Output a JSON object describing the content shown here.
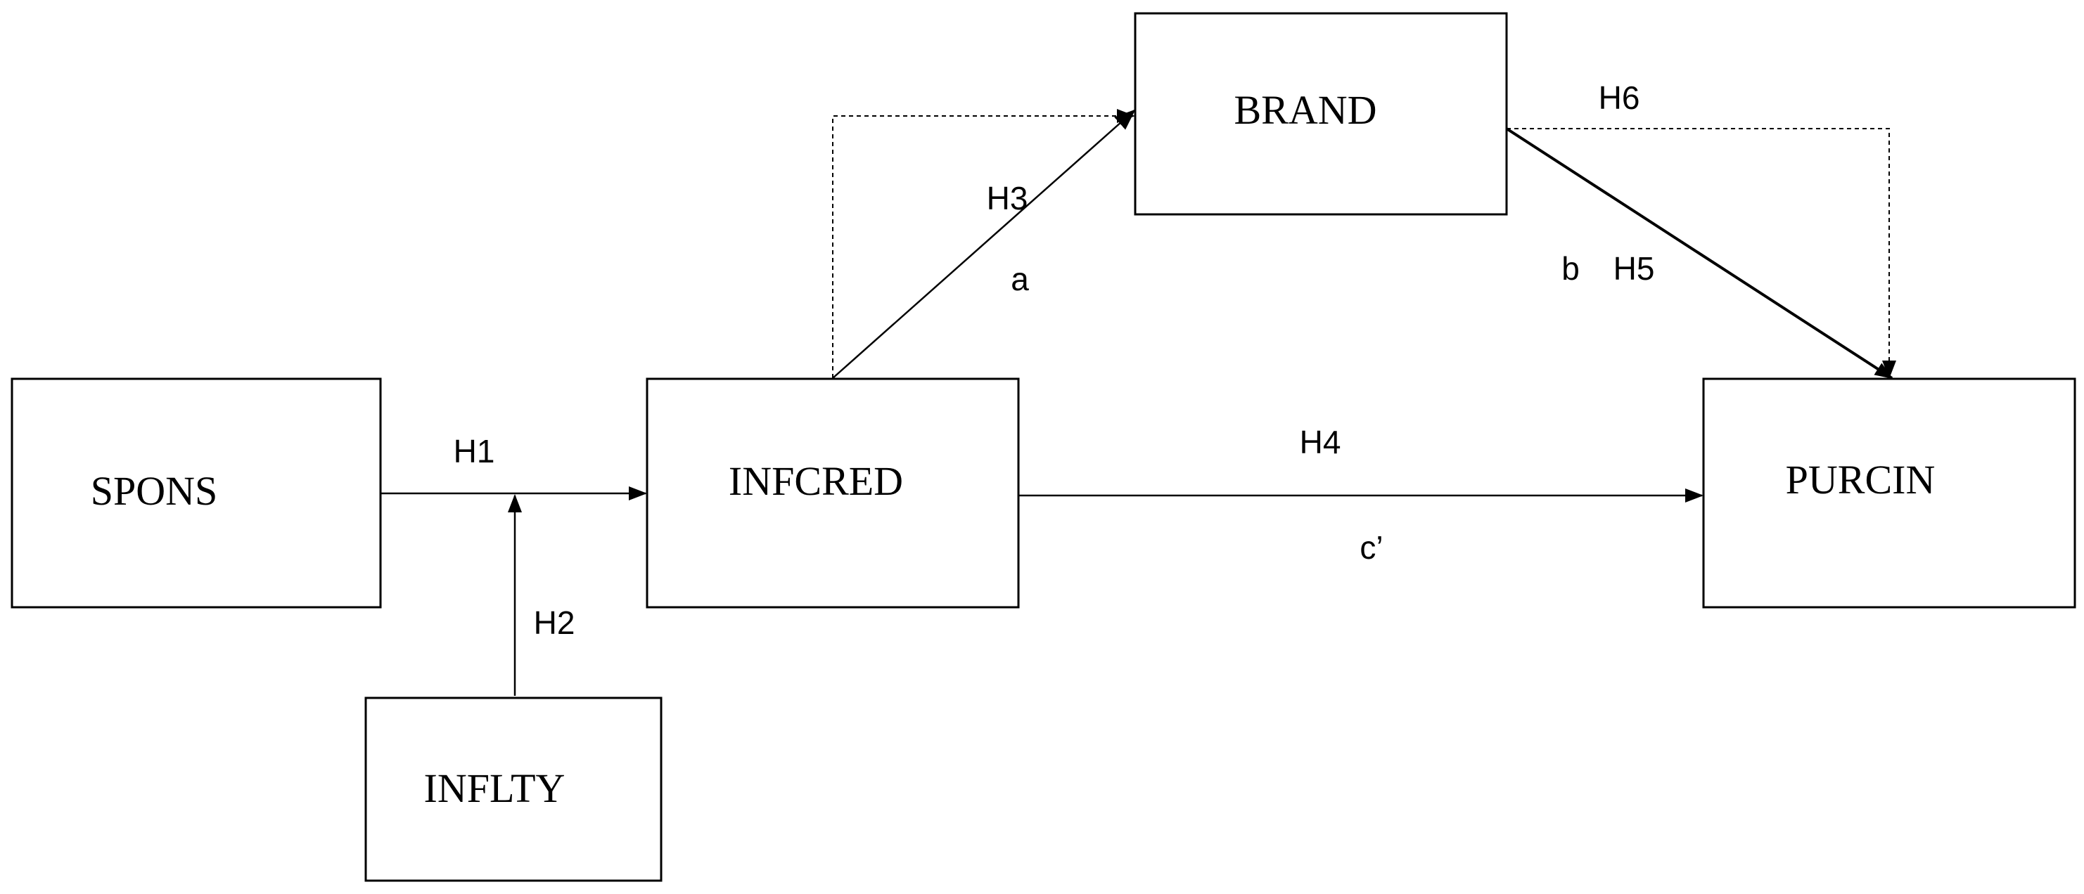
{
  "nodes": {
    "spons": "SPONS",
    "infcred": "INFCRED",
    "brand": "BRAND",
    "purcin": "PURCIN",
    "inflty": "INFLTY"
  },
  "edge_labels": {
    "h1": "H1",
    "h2": "H2",
    "h3": "H3",
    "h4": "H4",
    "h5": "H5",
    "h6": "H6",
    "a": "a",
    "b": "b",
    "c_prime": "c’"
  }
}
